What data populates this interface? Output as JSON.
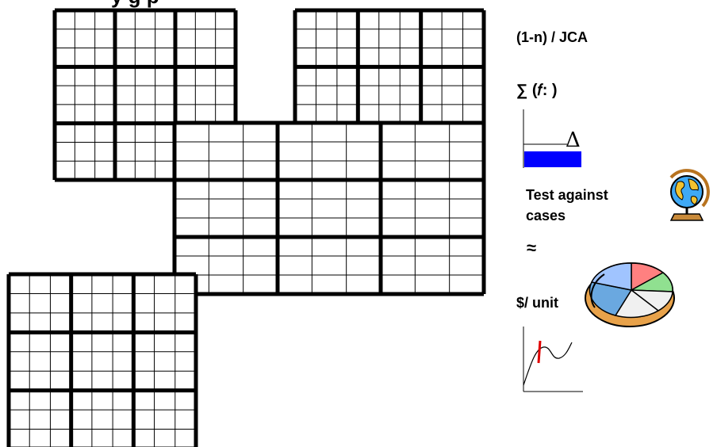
{
  "slide": {
    "title_partial": "y                       g           p"
  },
  "diagram": {
    "grids": [
      {
        "name": "grid-top-left"
      },
      {
        "name": "grid-top-right"
      },
      {
        "name": "grid-middle"
      },
      {
        "name": "grid-bottom-left"
      }
    ]
  },
  "sidebar": {
    "formula_label": "(1-n) / JCA",
    "sum_label": "∑ (𝑓: )",
    "delta_symbol": "Δ",
    "test_label_line1": "Test against",
    "test_label_line2": "cases",
    "approx_symbol": "≈",
    "cost_label": "$/ unit",
    "fill_color": "#0000ff",
    "marker_color": "#e00000",
    "icons": [
      "globe-icon",
      "pie-chart-icon",
      "curve-graph-icon",
      "level-chart-icon"
    ]
  }
}
